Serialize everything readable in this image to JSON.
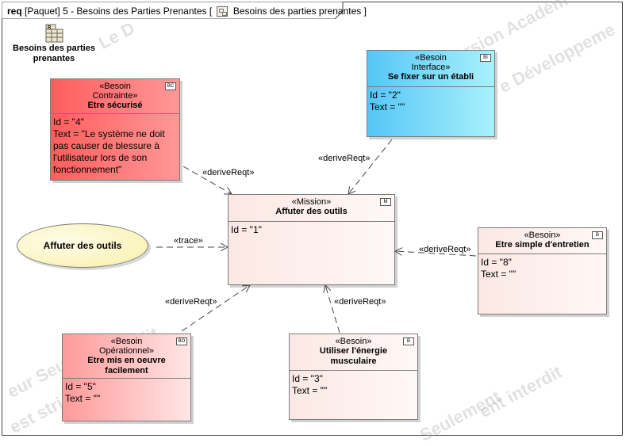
{
  "frame": {
    "keyword": "req",
    "title": "[Paquet] 5 - Besoins des Parties Prenantes [",
    "diagram_name": "Besoins des parties prenantes",
    "closing": "]"
  },
  "package": {
    "label": "Besoins des parties prenantes",
    "icon_letter": "R"
  },
  "blocks": {
    "securise": {
      "stereotype": "«Besoin\nContrainte»",
      "name": "Etre sécurisé",
      "badge": "BC",
      "props": "Id = \"4\"\nText = \"Le système ne doit pas causer de blessure à l'utilisateur lors de son fonctionnement\""
    },
    "interface": {
      "stereotype": "«Besoin\nInterface»",
      "name": "Se fixer sur un établi",
      "badge": "BI",
      "props": "Id = \"2\"\nText = \"\""
    },
    "mission": {
      "stereotype": "«Mission»",
      "name": "Affuter des outils",
      "badge": "M",
      "props": "Id = \"1\""
    },
    "entretien": {
      "stereotype": "«Besoin»",
      "name": "Etre simple d'entretien",
      "badge": "B",
      "props": "Id = \"8\"\nText = \"\""
    },
    "oeuvre": {
      "stereotype": "«Besoin\nOpérationnel»",
      "name": "Etre mis en oeuvre facilement",
      "badge": "BO",
      "props": "Id = \"5\"\nText = \"\""
    },
    "energie": {
      "stereotype": "«Besoin»",
      "name": "Utiliser l'énergie musculaire",
      "badge": "B",
      "props": "Id = \"3\"\nText = \"\""
    }
  },
  "usecase": {
    "label": "Affuter des outils"
  },
  "relations": {
    "securise": "«deriveReqt»",
    "interface": "«deriveReqt»",
    "usecase": "«trace»",
    "entretien": "«deriveReqt»",
    "oeuvre": "«deriveReqt»",
    "energie": "«deriveReqt»"
  },
  "watermarks": [
    "Le D",
    "rsion Académ",
    "e Développeme",
    "eur Seulem",
    "est stric",
    "erdit",
    "Seulement",
    "ent interdit"
  ]
}
